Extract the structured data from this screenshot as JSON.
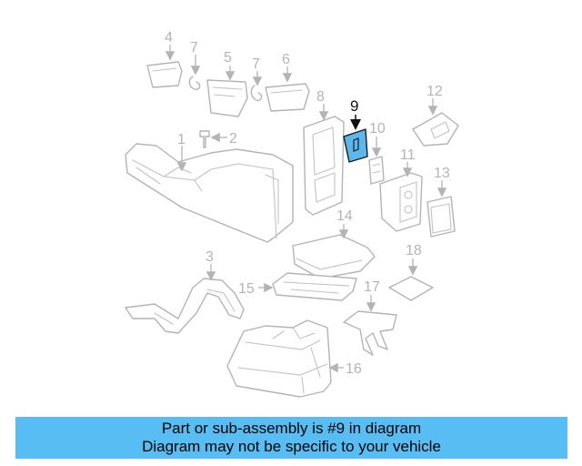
{
  "diagram": {
    "callouts": {
      "c1": "1",
      "c2": "2",
      "c3": "3",
      "c4": "4",
      "c5": "5",
      "c6": "6",
      "c7a": "7",
      "c7b": "7",
      "c8": "8",
      "c9": "9",
      "c10": "10",
      "c11": "11",
      "c12": "12",
      "c13": "13",
      "c14": "14",
      "c15": "15",
      "c16": "16",
      "c17": "17",
      "c18": "18"
    },
    "highlighted_part": "9",
    "colors": {
      "highlight": "#5cb8ec",
      "line": "#b4b4b4",
      "banner": "#58bdf2"
    }
  },
  "banner": {
    "line1": "Part or sub-assembly is #9 in diagram",
    "line2": "Diagram may not be specific to your vehicle"
  }
}
